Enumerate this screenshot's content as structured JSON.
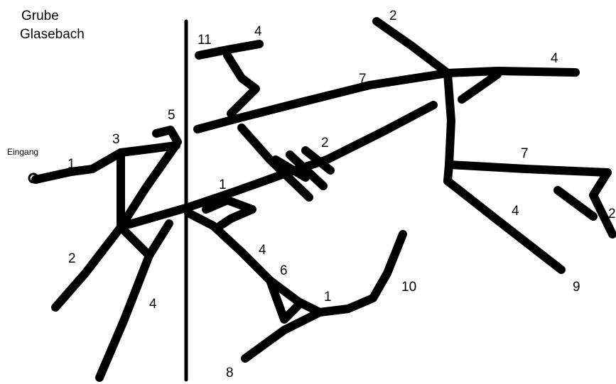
{
  "title": {
    "line1": "Grube",
    "line2": "Glasebach"
  },
  "entrance_label": "Eingang",
  "tunnel_labels": [
    {
      "text": "1"
    },
    {
      "text": "3"
    },
    {
      "text": "5"
    },
    {
      "text": "11"
    },
    {
      "text": "4"
    },
    {
      "text": "2"
    },
    {
      "text": "7"
    },
    {
      "text": "4"
    },
    {
      "text": "2"
    },
    {
      "text": "1"
    },
    {
      "text": "7"
    },
    {
      "text": "4"
    },
    {
      "text": "2"
    },
    {
      "text": "9"
    },
    {
      "text": "2"
    },
    {
      "text": "4"
    },
    {
      "text": "4"
    },
    {
      "text": "6"
    },
    {
      "text": "1"
    },
    {
      "text": "10"
    },
    {
      "text": "8"
    }
  ]
}
